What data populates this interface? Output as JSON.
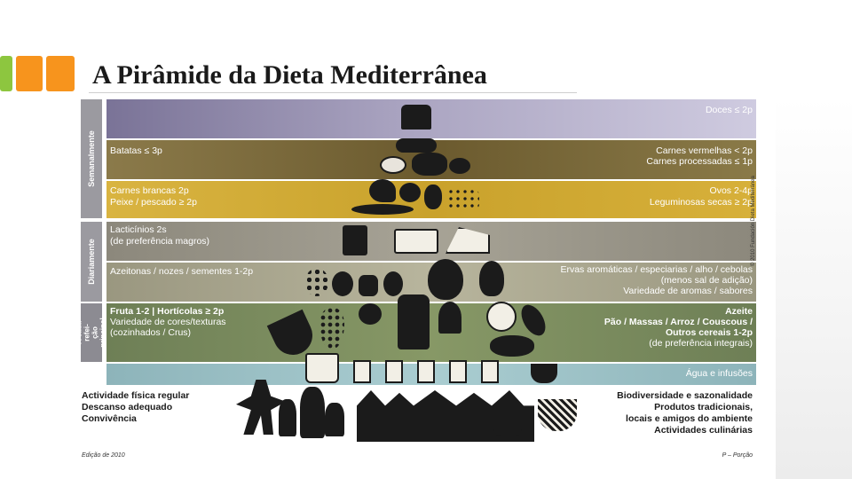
{
  "slide": {
    "title": "A Pirâmide da Dieta Mediterrânea"
  },
  "pyramid": {
    "frequency_labels": {
      "weekly": "Semanalmente",
      "daily": "Diariamente",
      "each_meal": "A cada refei- ção principal"
    },
    "bands": {
      "doces": "Doces ≤ 2p",
      "batatas": "Batatas ≤ 3p",
      "carnes_vermelhas": "Carnes vermelhas < 2p",
      "carnes_processadas": "Carnes processadas ≤ 1p",
      "carnes_brancas": "Carnes brancas 2p",
      "peixe": "Peixe / pescado ≥ 2p",
      "ovos": "Ovos 2-4p",
      "leguminosas": "Leguminosas secas ≥ 2p",
      "lacticinios": "Lacticínios 2s",
      "lacticinios_note": "(de preferência magros)",
      "azeitonas": "Azeitonas / nozes / sementes 1-2p",
      "ervas_1": "Ervas aromáticas / especiarias / alho / cebolas",
      "ervas_2": "(menos sal de adição)",
      "ervas_3": "Variedade de aromas / sabores",
      "fruta": "Fruta 1-2 | Hortícolas ≥ 2p",
      "fruta_2": "Variedade de cores/texturas",
      "fruta_3": "(cozinhados / Crus)",
      "azeite": "Azeite",
      "paes": "Pão / Massas / Arroz / Couscous /",
      "cereais": "Outros cereais 1-2p",
      "cereais_note": "(de preferência integrais)",
      "agua": "Água e infusões"
    },
    "lifestyle_left": [
      "Actividade física regular",
      "Descanso adequado",
      "Convivência"
    ],
    "lifestyle_right": [
      "Biodiversidade e sazonalidade",
      "Produtos tradicionais,",
      "locais e amigos do ambiente",
      "Actividades culinárias"
    ],
    "edition": "Edição de 2010",
    "portion_note": "P – Porção",
    "copyright": "© 2010 Fundación Dieta Mediterránea"
  }
}
